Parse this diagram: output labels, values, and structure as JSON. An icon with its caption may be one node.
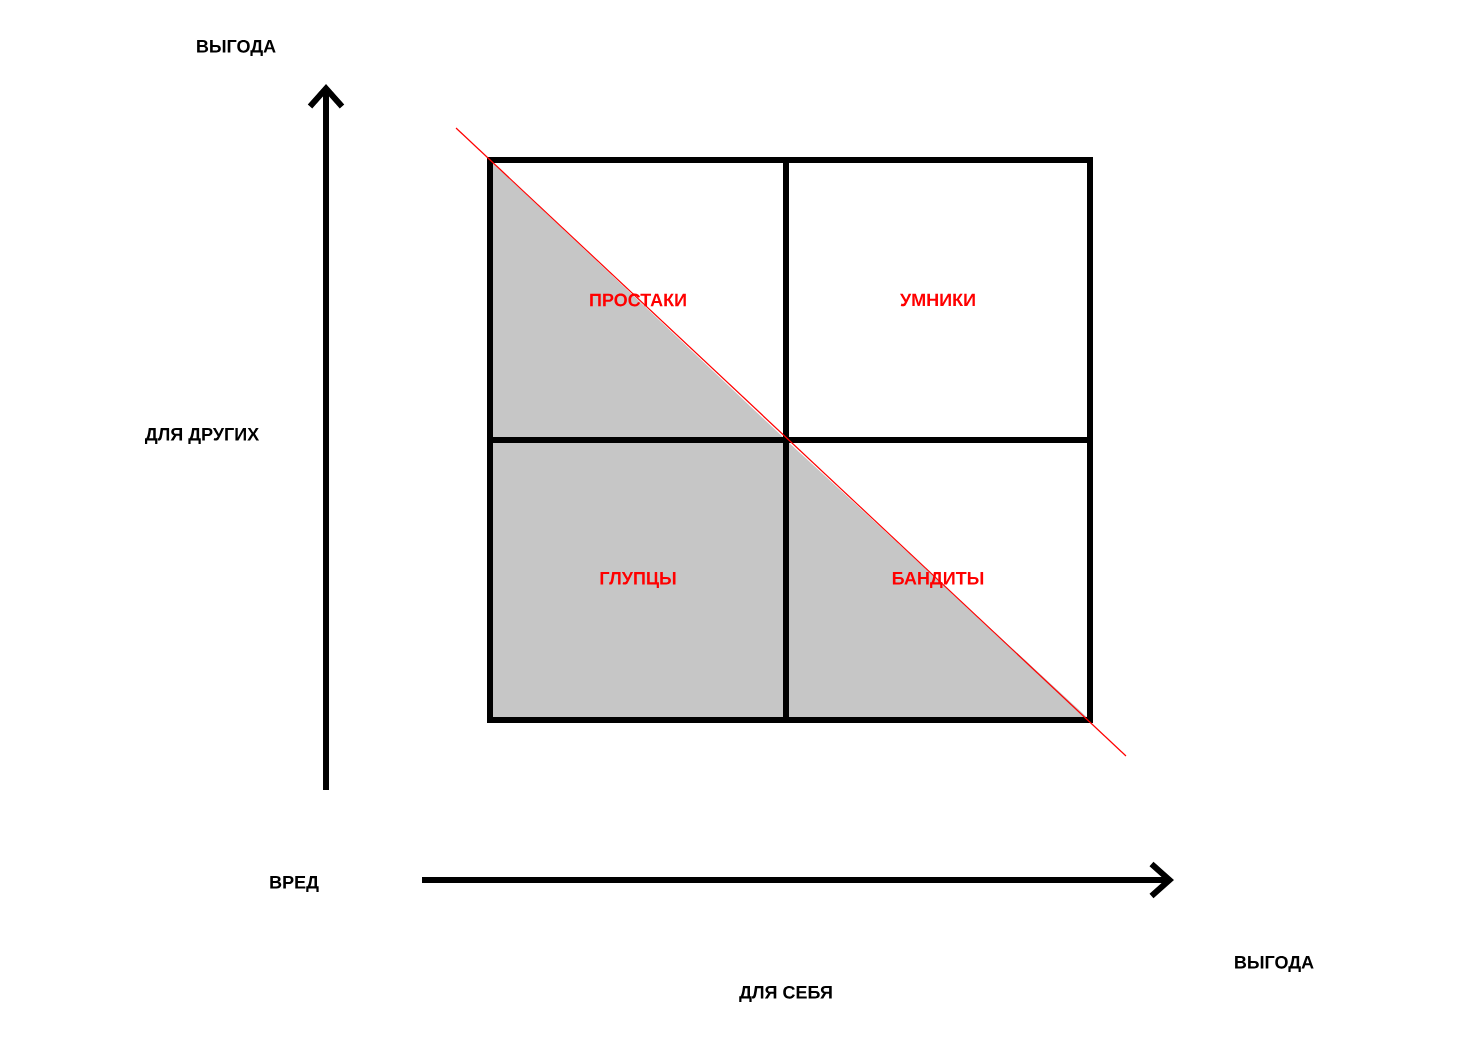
{
  "diagram": {
    "nodes": [
      {
        "text": [
          "ПРОСТАКИ"
        ]
      },
      {
        "text": [
          "УМНИКИ"
        ]
      },
      {
        "text": [
          "ГЛУПЦЫ"
        ]
      },
      {
        "text": [
          "БАНДИТЫ"
        ]
      }
    ],
    "labels": [
      "ВЫГОДА",
      "ДЛЯ ДРУГИХ",
      "ВРЕД",
      "ВЫГОДА",
      "ДЛЯ СЕБЯ"
    ]
  }
}
